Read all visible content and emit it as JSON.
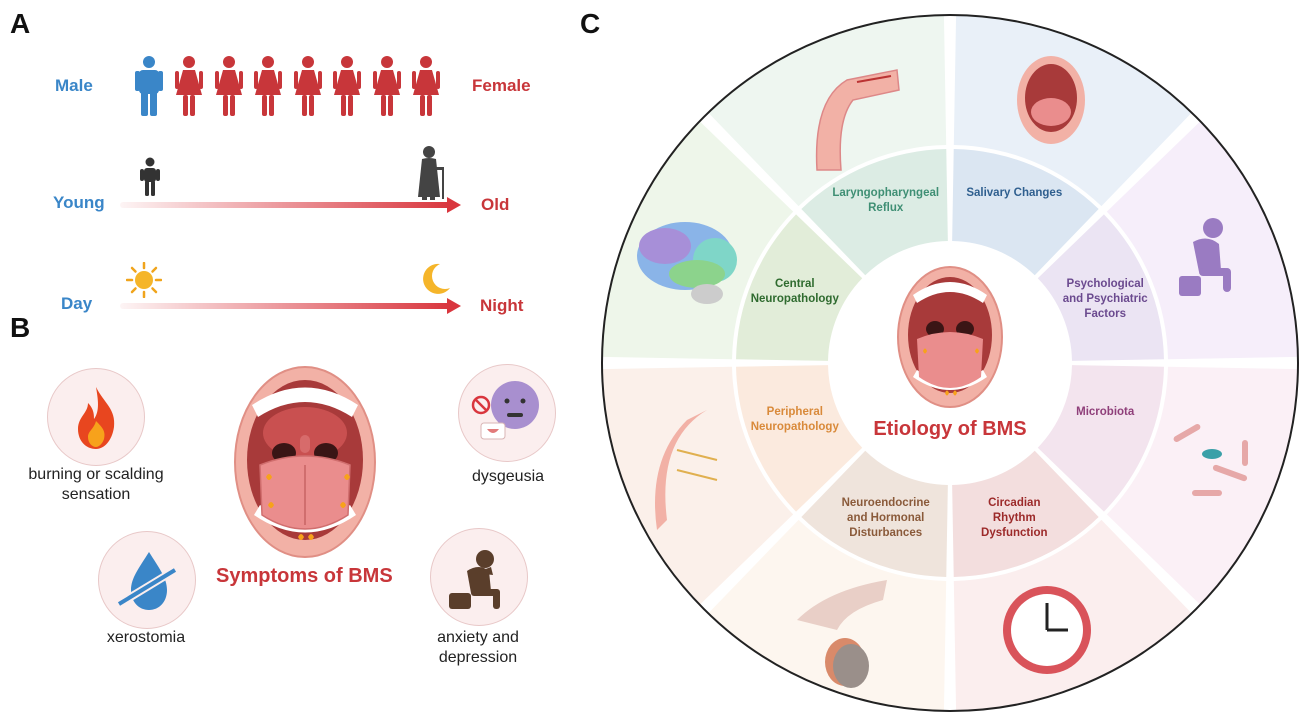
{
  "panelA": {
    "letter": "A",
    "male": "Male",
    "female": "Female",
    "young": "Young",
    "old": "Old",
    "day": "Day",
    "night": "Night"
  },
  "panelB": {
    "letter": "B",
    "burning": "burning or scalding sensation",
    "dysgeusia": "dysgeusia",
    "xerostomia": "xerostomia",
    "anxiety": "anxiety and depression",
    "title": "Symptoms of BMS"
  },
  "panelC": {
    "letter": "C",
    "center_title": "Etiology of BMS",
    "segments": [
      {
        "label": "Laryngopharyngeal Reflux",
        "color": "#3f8f74"
      },
      {
        "label": "Salivary Changes",
        "color": "#2f5f8f"
      },
      {
        "label": "Psychological and Psychiatric Factors",
        "color": "#6b4a8f"
      },
      {
        "label": "Microbiota",
        "color": "#8f3f7a"
      },
      {
        "label": "Circadian Rhythm Dysfunction",
        "color": "#9c2a2a"
      },
      {
        "label": "Neuroendocrine and Hormonal Disturbances",
        "color": "#8a5a3a"
      },
      {
        "label": "Peripheral Neuropathology",
        "color": "#d98a3a"
      },
      {
        "label": "Central Neuropathology",
        "color": "#2f6b2f"
      }
    ]
  },
  "colors": {
    "male_blue": "#3a86c8",
    "female_red": "#c8363a",
    "arrow_red": "#d9363e"
  }
}
